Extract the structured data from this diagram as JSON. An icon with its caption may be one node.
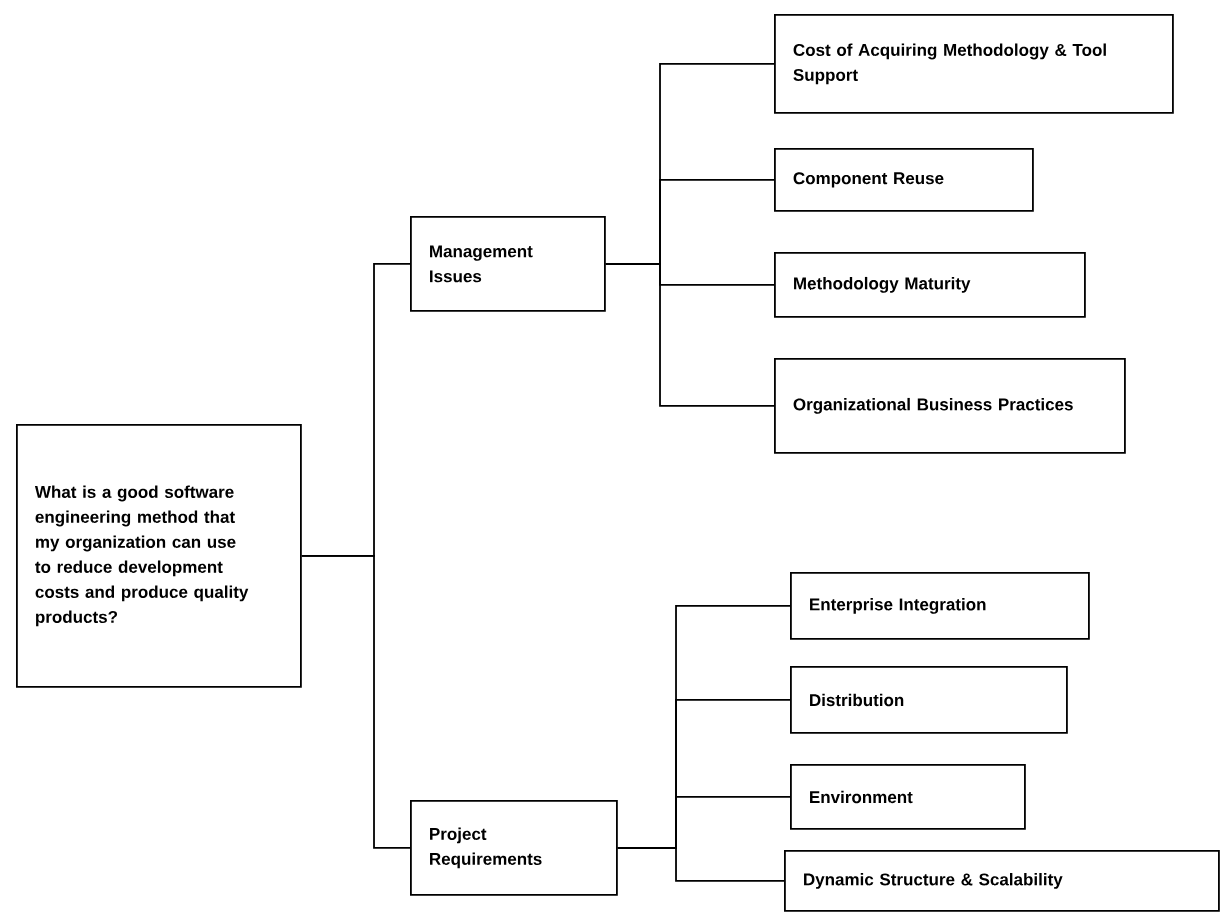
{
  "diagram": {
    "nodes": [
      {
        "text": [
          "What is a good software engineering method that my organization can use to reduce development costs and produce quality products?"
        ]
      },
      {
        "text": [
          "Management Issues"
        ]
      },
      {
        "text": [
          "Cost of Acquiring Methodology & Tool Support"
        ]
      },
      {
        "text": [
          "Component Reuse"
        ]
      },
      {
        "text": [
          "Methodology Maturity"
        ]
      },
      {
        "text": [
          "Organizational Business Practices"
        ]
      },
      {
        "text": [
          "Project Requirements"
        ]
      },
      {
        "text": [
          "Enterprise Integration"
        ]
      },
      {
        "text": [
          "Distribution"
        ]
      },
      {
        "text": [
          "Environment"
        ]
      },
      {
        "text": [
          "Dynamic Structure & Scalability"
        ]
      }
    ],
    "edges": [
      {
        "from": 0,
        "to": 1,
        "arrow": "none"
      },
      {
        "from": 0,
        "to": 6,
        "arrow": "none"
      },
      {
        "from": 1,
        "to": 2,
        "arrow": "none"
      },
      {
        "from": 1,
        "to": 3,
        "arrow": "none"
      },
      {
        "from": 1,
        "to": 4,
        "arrow": "none"
      },
      {
        "from": 1,
        "to": 5,
        "arrow": "none"
      },
      {
        "from": 6,
        "to": 7,
        "arrow": "none"
      },
      {
        "from": 6,
        "to": 8,
        "arrow": "none"
      },
      {
        "from": 6,
        "to": 9,
        "arrow": "none"
      },
      {
        "from": 6,
        "to": 10,
        "arrow": "none"
      }
    ]
  }
}
